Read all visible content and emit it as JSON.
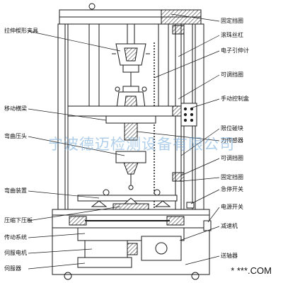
{
  "labels": {
    "l01": "拉伸楔形夹具",
    "l02": "移动横梁",
    "l03": "弯曲压头",
    "l04": "弯曲装置",
    "l05": "压缩下压板",
    "l06": "传动系统",
    "l07": "伺服电机",
    "l08": "伺服器",
    "r01": "固定挡圈",
    "r02": "滚珠丝杠",
    "r03": "电子引伸计",
    "r04": "可调挡圈",
    "r05": "手动控制盒",
    "r06": "限位碰块",
    "r07": "力传感器",
    "r08": "可调挡圈",
    "r09": "固定挡圈",
    "r10": "急停开关",
    "r11": "电源开关",
    "r12": "减速机",
    "r13": "送轴器"
  },
  "watermark": "宁波德迈检测设备有限公司",
  "site": "* ***.COM"
}
